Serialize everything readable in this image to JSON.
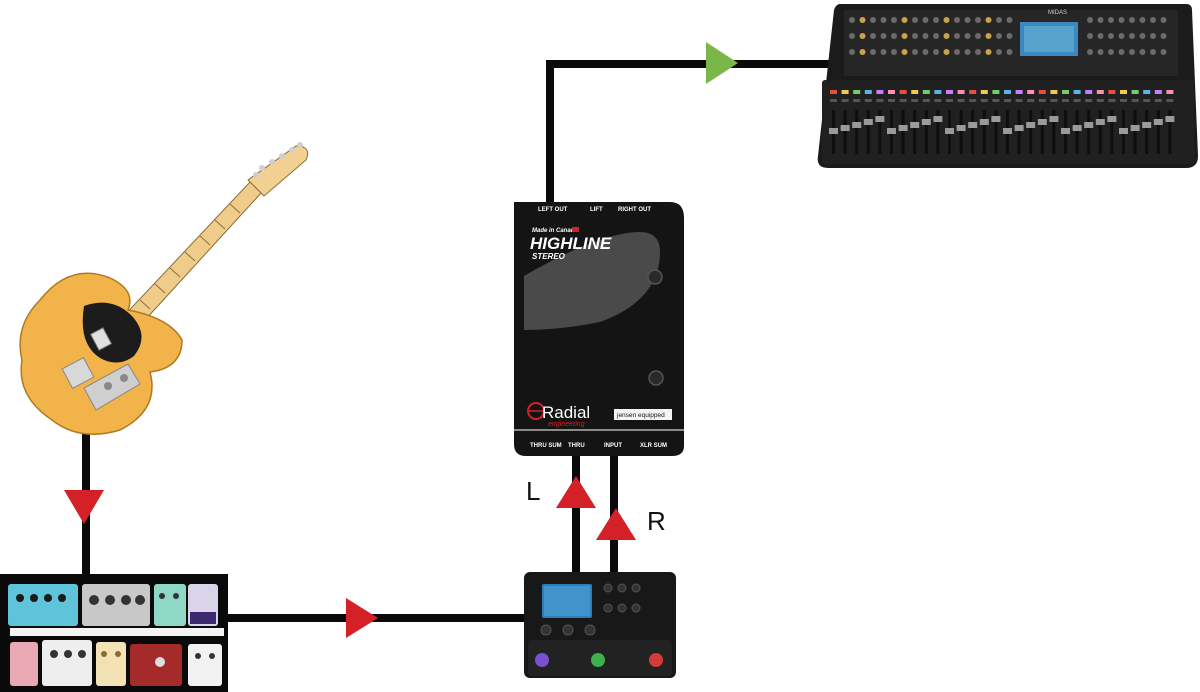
{
  "labels": {
    "left": "L",
    "right": "R"
  },
  "di_box": {
    "top_jacks": [
      "LEFT OUT",
      "LIFT",
      "RIGHT OUT"
    ],
    "made_in": "Made in Canada",
    "model": "HIGHLINE",
    "model_sub": "STEREO",
    "brand": "Radial",
    "brand_sub": "engineering",
    "badge": "jensen equipped",
    "bottom_jacks": [
      "THRU SUM",
      "THRU",
      "INPUT",
      "XLR SUM"
    ]
  },
  "mixer": {
    "brand": "MIDAS"
  },
  "colors": {
    "cable": "#0a0a0a",
    "signal_arrow": "#d42027",
    "output_arrow": "#7ab648",
    "guitar_body": "#f2b34a",
    "pedal_cyan": "#5fc3d9",
    "pedal_red": "#a52a2a"
  }
}
